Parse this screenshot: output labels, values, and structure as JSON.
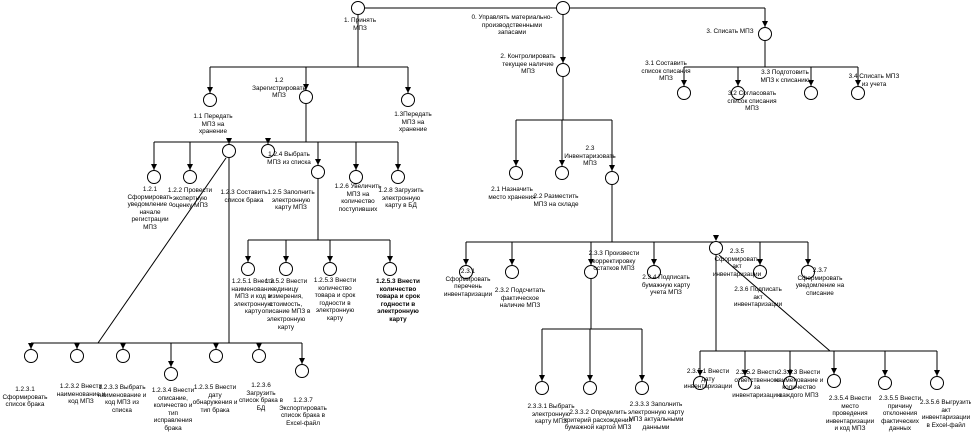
{
  "diagram": {
    "nodes": [
      {
        "id": "n0",
        "label": "0. Управлять материально-\nпроизводственными запасами"
      },
      {
        "id": "n1",
        "label": "1. Принять\nМПЗ"
      },
      {
        "id": "n2",
        "label": "2. Контролировать\nтекущее наличие\nМПЗ"
      },
      {
        "id": "n3",
        "label": "3. Списать МПЗ"
      },
      {
        "id": "n1_1",
        "label": "1.1 Передать\nМПЗ на\nхранение"
      },
      {
        "id": "n1_2",
        "label": "1.2\nЗарегистрировать\nМПЗ"
      },
      {
        "id": "n1_3",
        "label": "1.3Передать\nМПЗ на\nхранение"
      },
      {
        "id": "n1_2_1",
        "label": "1.2.1\nСформировать\nуведомление о\nначале\nрегистрации\nМПЗ"
      },
      {
        "id": "n1_2_2",
        "label": "1.2.2 Провести\nэкспертную\nоценку МПЗ"
      },
      {
        "id": "n1_2_3",
        "label": "1.2.3 Составить\nсписок брака"
      },
      {
        "id": "n1_2_4",
        "label": "1.2.4 Выбрать\nМПЗ из списка"
      },
      {
        "id": "n1_2_5",
        "label": "1.2.5 Заполнить\nэлектронную\nкарту МПЗ"
      },
      {
        "id": "n1_2_6",
        "label": "1.2.6 Увеличить\nМПЗ на\nколичество\nпоступивших"
      },
      {
        "id": "n1_2_8",
        "label": "1.2.8 Загрузить\nэлектронную\nкарту в БД"
      },
      {
        "id": "n1_2_5_1",
        "label": "1.2.5.1 Внести\nнаименование\nМПЗ и код в\nэлектронную\nкарту"
      },
      {
        "id": "n1_2_5_2",
        "label": "1.2.5.2 Внести\nединицу\nизмерения,\nстоимость,\nописание МПЗ в\nэлектронную\nкарту"
      },
      {
        "id": "n1_2_5_3",
        "label": "1.2.5.3 Внести\nколичество\nтовара и срок\nгодности в\nэлектронную\nкарту"
      },
      {
        "id": "n1_2_5_3b",
        "label": "1.2.5.3 Внести\nколичество\nтовара и срок\nгодности в\nэлектронную\nкарту",
        "bold": true
      },
      {
        "id": "n1_2_3_1",
        "label": "1.2.3.1\nСформировать\nсписок брака"
      },
      {
        "id": "n1_2_3_2",
        "label": "1.2.3.2 Внести\nнаименование и\nкод МПЗ"
      },
      {
        "id": "n1_2_3_3",
        "label": "1.2.3.3 Выбрать\nнаименование и\nкод МПЗ из\nсписка"
      },
      {
        "id": "n1_2_3_4",
        "label": "1.2.3.4 Внести\nописание,\nколичество и\nтип\nисправления\nбрака"
      },
      {
        "id": "n1_2_3_5",
        "label": "1.2.3.5 Внести\nдату\nобнаружения и\nтип брака"
      },
      {
        "id": "n1_2_3_6",
        "label": "1.2.3.6\nЗагрузить\nсписок брака в\nБД"
      },
      {
        "id": "n1_2_3_7",
        "label": "1.2.3.7\nЭкспортировать\nсписок брака в\nExcel-файл"
      },
      {
        "id": "n2_1",
        "label": "2.1 Назначить\nместо хранения"
      },
      {
        "id": "n2_2",
        "label": "2.2 Разместить\nМПЗ на складе"
      },
      {
        "id": "n2_3",
        "label": "2.3\nИнвентаризовать\nМПЗ"
      },
      {
        "id": "n2_3_1",
        "label": "2.3.1\nСформировать\nперечень\nинвентаризации"
      },
      {
        "id": "n2_3_2",
        "label": "2.3.2 Подсчитать\nфактическое\nналичие МПЗ"
      },
      {
        "id": "n2_3_3",
        "label": "2.3.3 Произвести\nкорректировку\nостатков МПЗ"
      },
      {
        "id": "n2_3_4",
        "label": "2.3.4 Подписать\nбумажную карту\nучета МПЗ"
      },
      {
        "id": "n2_3_5",
        "label": "2.3.5\nСформировать\nакт\nинвентаризации"
      },
      {
        "id": "n2_3_6",
        "label": "2.3.6 Подписать\nакт\nинвентаризации"
      },
      {
        "id": "n2_3_7",
        "label": "2.3.7\nСформировать\nуведомление на\nсписание"
      },
      {
        "id": "n2_3_3_1",
        "label": "2.3.3.1 Выбрать\nэлектронную\nкарту МПЗ"
      },
      {
        "id": "n2_3_3_2",
        "label": "2.3.3.2 Определить\nкритерий расхождения\nбумажной картой МПЗ"
      },
      {
        "id": "n2_3_3_3",
        "label": "2.3.3.3 Заполнить\nэлектронную карту\nМПЗ актуальными\nданными"
      },
      {
        "id": "n2_3_5_1",
        "label": "2.3.5.1 Внести\nдату\nинвентаризации"
      },
      {
        "id": "n2_3_5_2",
        "label": "2.3.5.2 Внести\nответственного\nза\nинвентаризацию"
      },
      {
        "id": "n2_3_5_3",
        "label": "2.3.5.3 Внести\nнаименование и\nколичество\nкаждого МПЗ"
      },
      {
        "id": "n2_3_5_4",
        "label": "2.3.5.4 Внести\nместо\nпроведения\nинвентаризации\nи код МПЗ"
      },
      {
        "id": "n2_3_5_5",
        "label": "2.3.5.5 Внести\nпричину\nотклонения\nфактических\nданных"
      },
      {
        "id": "n2_3_5_6",
        "label": "2.3.5.6 Выгрузить\nакт\nинвентаризации\nв Excel-файл"
      },
      {
        "id": "n3_1",
        "label": "3.1 Составить\nсписок списания\nМПЗ"
      },
      {
        "id": "n3_2",
        "label": "3.2 Согласовать\nсписок списания\nМПЗ"
      },
      {
        "id": "n3_3",
        "label": "3.3 Подготовить\nМПЗ к списанию"
      },
      {
        "id": "n3_4",
        "label": "3.4 Списать МПЗ\nиз учета"
      }
    ],
    "edges": [
      [
        "n0",
        "n1"
      ],
      [
        "n0",
        "n2"
      ],
      [
        "n0",
        "n3"
      ],
      [
        "n1",
        "n1_1"
      ],
      [
        "n1",
        "n1_2"
      ],
      [
        "n1",
        "n1_3"
      ],
      [
        "n1_2",
        "n1_2_1"
      ],
      [
        "n1_2",
        "n1_2_2"
      ],
      [
        "n1_2",
        "n1_2_3"
      ],
      [
        "n1_2",
        "n1_2_4"
      ],
      [
        "n1_2",
        "n1_2_5"
      ],
      [
        "n1_2",
        "n1_2_6"
      ],
      [
        "n1_2",
        "n1_2_8"
      ],
      [
        "n1_2_5",
        "n1_2_5_1"
      ],
      [
        "n1_2_5",
        "n1_2_5_2"
      ],
      [
        "n1_2_5",
        "n1_2_5_3"
      ],
      [
        "n1_2_5",
        "n1_2_5_3b"
      ],
      [
        "n1_2_3",
        "n1_2_3_1"
      ],
      [
        "n1_2_3",
        "n1_2_3_2"
      ],
      [
        "n1_2_3",
        "n1_2_3_3"
      ],
      [
        "n1_2_3",
        "n1_2_3_4"
      ],
      [
        "n1_2_3",
        "n1_2_3_5"
      ],
      [
        "n1_2_3",
        "n1_2_3_6"
      ],
      [
        "n1_2_3",
        "n1_2_3_7"
      ],
      [
        "n2",
        "n2_1"
      ],
      [
        "n2",
        "n2_2"
      ],
      [
        "n2",
        "n2_3"
      ],
      [
        "n2_3",
        "n2_3_1"
      ],
      [
        "n2_3",
        "n2_3_2"
      ],
      [
        "n2_3",
        "n2_3_3"
      ],
      [
        "n2_3",
        "n2_3_4"
      ],
      [
        "n2_3",
        "n2_3_5"
      ],
      [
        "n2_3",
        "n2_3_6"
      ],
      [
        "n2_3",
        "n2_3_7"
      ],
      [
        "n2_3_3",
        "n2_3_3_1"
      ],
      [
        "n2_3_3",
        "n2_3_3_2"
      ],
      [
        "n2_3_3",
        "n2_3_3_3"
      ],
      [
        "n2_3_5",
        "n2_3_5_1"
      ],
      [
        "n2_3_5",
        "n2_3_5_2"
      ],
      [
        "n2_3_5",
        "n2_3_5_3"
      ],
      [
        "n2_3_5",
        "n2_3_5_4"
      ],
      [
        "n2_3_5",
        "n2_3_5_5"
      ],
      [
        "n2_3_5",
        "n2_3_5_6"
      ],
      [
        "n3",
        "n3_1"
      ],
      [
        "n3",
        "n3_2"
      ],
      [
        "n3",
        "n3_3"
      ],
      [
        "n3",
        "n3_4"
      ]
    ]
  }
}
